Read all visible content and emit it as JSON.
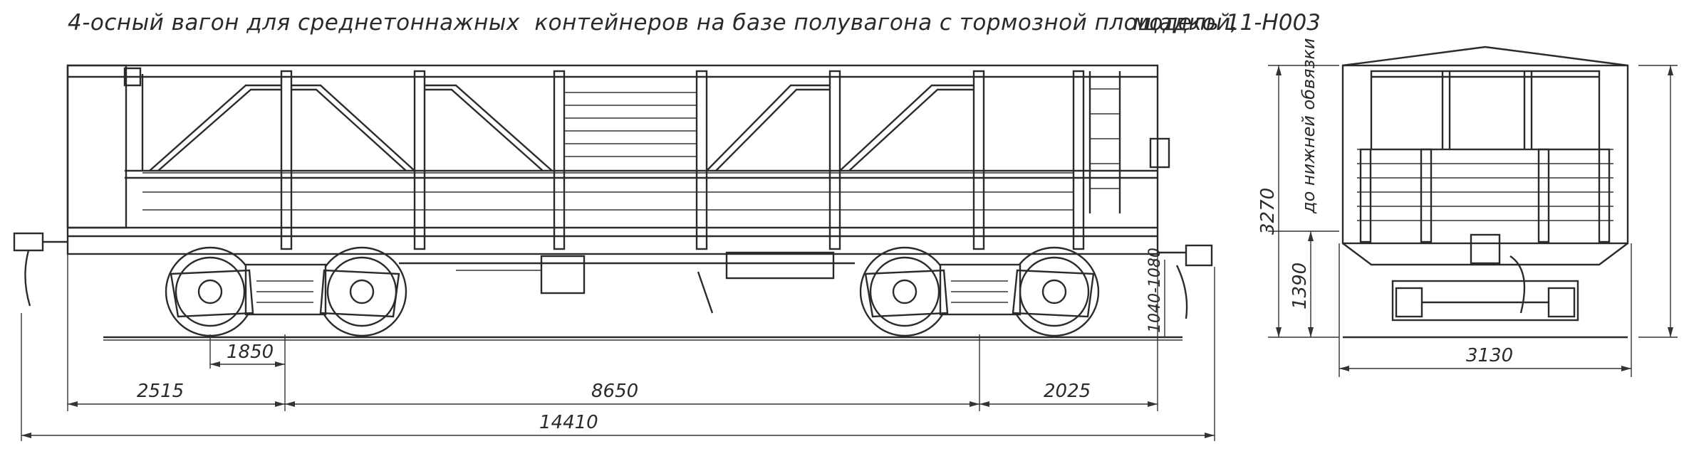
{
  "title": "4-осный вагон для среднетоннажных  контейнеров на базе полувагона с тормозной площадкой,",
  "model": "модель 11-Н003",
  "dimensions": {
    "bogie_base": "1850",
    "front_overhang": "2515",
    "bogie_centers": "8650",
    "rear_overhang": "2025",
    "total_length": "14410",
    "total_height": "3270",
    "floor_height": "1390",
    "coupler_height": "1040-1080",
    "width": "3130",
    "height_note": "до нижней обвязки"
  },
  "colors": {
    "ink": "#2b2b2b",
    "paper": "#ffffff"
  }
}
